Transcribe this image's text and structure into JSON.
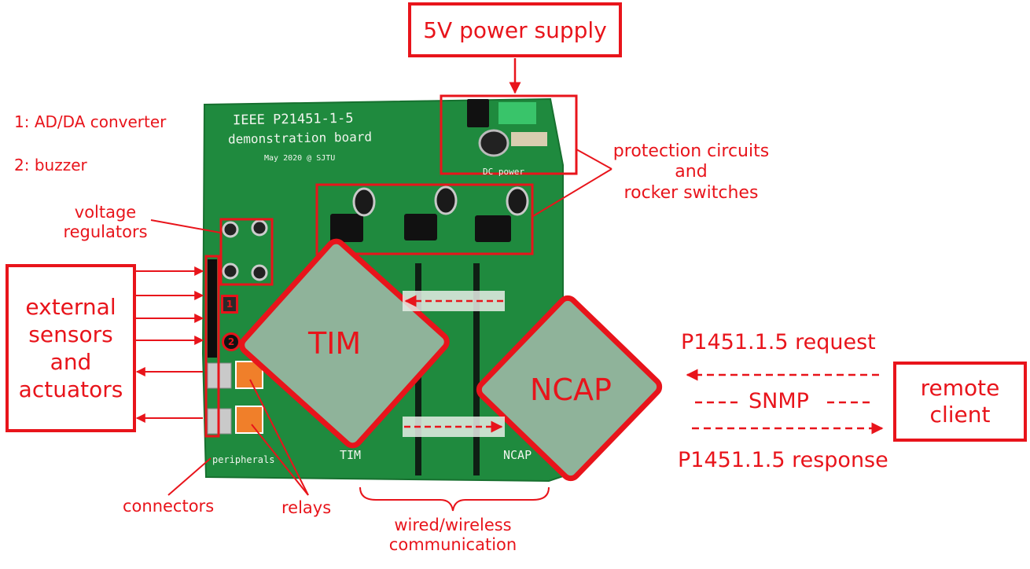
{
  "legend": {
    "item1": "1:  AD/DA converter",
    "item2": "2:  buzzer"
  },
  "board": {
    "title1": "IEEE  P21451-1-5",
    "title2": "demonstration board",
    "date": "May 2020 @ SJTU",
    "dc_power": "DC power",
    "tim_silk": "TIM",
    "ncap_silk": "NCAP",
    "peripherals_silk": "peripherals",
    "marker1": "1",
    "marker2": "2"
  },
  "labels": {
    "power_supply": "5V power supply",
    "protection": [
      "protection circuits",
      "and",
      "rocker switches"
    ],
    "voltage_regulators": [
      "voltage",
      "regulators"
    ],
    "external": [
      "external",
      "sensors",
      "and",
      "actuators"
    ],
    "tim": "TIM",
    "ncap": "NCAP",
    "connectors": "connectors",
    "relays": "relays",
    "communication": [
      "wired/wireless",
      "communication"
    ],
    "request": "P1451.1.5 request",
    "snmp": "SNMP",
    "response": "P1451.1.5 response",
    "remote_client": [
      "remote",
      "client"
    ]
  },
  "colors": {
    "accent": "#e8141b",
    "pcb": "#1f8a3e",
    "module": "#8fb39a"
  }
}
